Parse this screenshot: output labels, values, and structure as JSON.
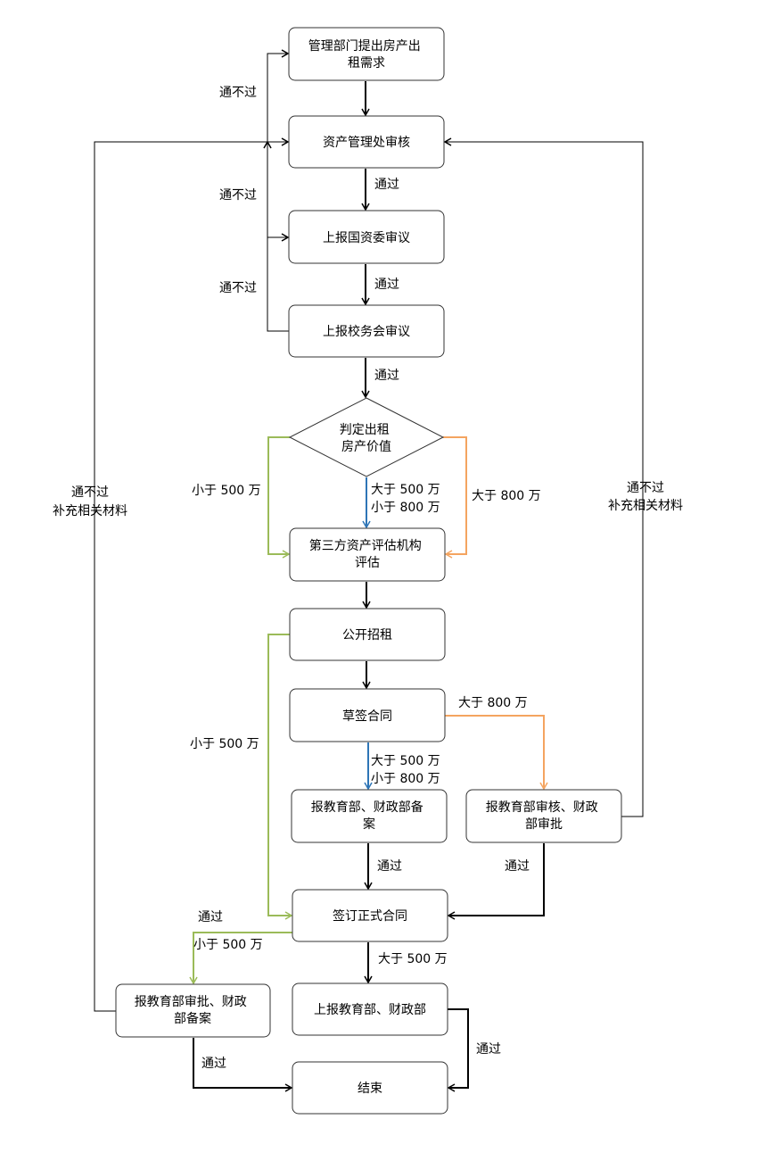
{
  "nodes": {
    "n1": [
      "管理部门提出房产出",
      "租需求"
    ],
    "n2": [
      "资产管理处审核"
    ],
    "n3": [
      "上报国资委审议"
    ],
    "n4": [
      "上报校务会审议"
    ],
    "n5": [
      "判定出租",
      "房产价值"
    ],
    "n6": [
      "第三方资产评估机构",
      "评估"
    ],
    "n7": [
      "公开招租"
    ],
    "n8": [
      "草签合同"
    ],
    "n9": [
      "报教育部、财政部备",
      "案"
    ],
    "n10": [
      "报教育部审核、财政",
      "部审批"
    ],
    "n11": [
      "签订正式合同"
    ],
    "n12": [
      "报教育部审批、财政",
      "部备案"
    ],
    "n13": [
      "上报教育部、财政部"
    ],
    "n14": [
      "结束"
    ]
  },
  "labels": {
    "fail": "通不过",
    "pass": "通过",
    "lt500": "小于 500 万",
    "gt500": "大于 500 万",
    "lt800": "小于 800 万",
    "gt800": "大于 800 万",
    "supplement": "补充相关材料"
  },
  "colors": {
    "line": "#000000",
    "green": "#9bbb59",
    "blue": "#2e75b6",
    "orange": "#f4a460"
  }
}
